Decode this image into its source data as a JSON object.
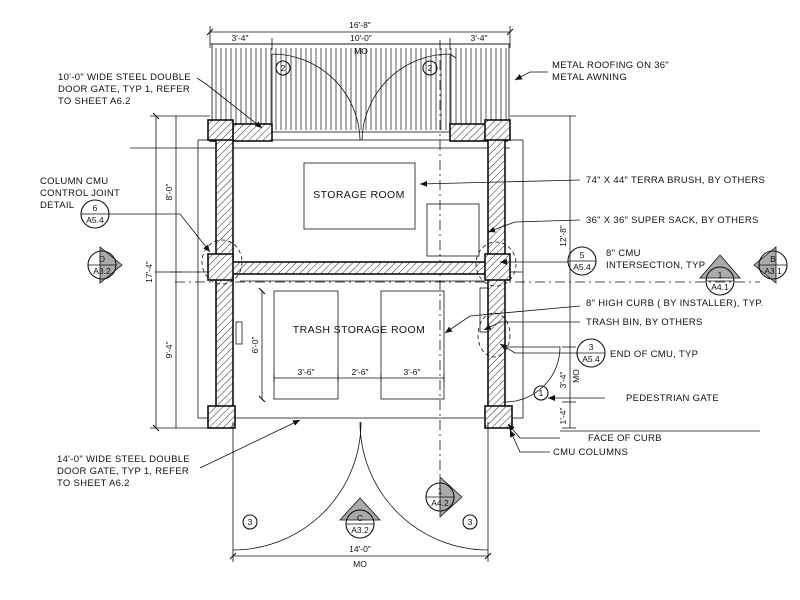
{
  "dimensions": {
    "overall_top": "16'-8\"",
    "top_left": "3'-4\"",
    "top_mid": "10'-0\"",
    "top_right": "3'-4\"",
    "top_mo": "MO",
    "left_overall": "17'-4\"",
    "left_upper": "8'-0\"",
    "left_lower": "9'-4\"",
    "right_overall": "12'-8\"",
    "right_gate": "3'-4\"",
    "right_gate_mo": "MO",
    "right_curb": "1'-4\"",
    "bins_height": "6'-0\"",
    "bin_left": "3'-6\"",
    "bin_gap": "2'-6\"",
    "bin_right": "3'-6\"",
    "bottom_overall": "14'-0\"",
    "bottom_mo": "MO"
  },
  "rooms": {
    "storage": "STORAGE ROOM",
    "trash": "TRASH STORAGE ROOM"
  },
  "notes": {
    "gate_top": [
      "10'-0\" WIDE STEEL DOUBLE",
      "DOOR GATE, TYP 1, REFER",
      "TO SHEET A6.2"
    ],
    "roofing": [
      "METAL ROOFING ON 36\"",
      "METAL AWNING"
    ],
    "control_joint": [
      "COLUMN CMU",
      "CONTROL JOINT",
      "DETAIL"
    ],
    "terra_brush": "74\" X 44\" TERRA BRUSH, BY OTHERS",
    "super_sack": "36\" X 36\" SUPER SACK, BY OTHERS",
    "cmu_intersection": [
      "8\" CMU",
      "INTERSECTION, TYP"
    ],
    "curb": "8\" HIGH CURB ( BY INSTALLER), TYP.",
    "trash_bin": "TRASH BIN, BY OTHERS",
    "end_cmu": "END OF CMU, TYP",
    "pedestrian_gate": "PEDESTRIAN GATE",
    "face_of_curb": "FACE OF CURB",
    "cmu_columns": "CMU COLUMNS",
    "gate_bottom": [
      "14'-0\" WIDE STEEL DOUBLE",
      "DOOR GATE, TYP 1, REFER",
      "TO SHEET A6.2"
    ]
  },
  "callouts": {
    "detail_6": {
      "number": "6",
      "sheet": "A5.4"
    },
    "detail_5": {
      "number": "5",
      "sheet": "A5.4"
    },
    "detail_3": {
      "number": "3",
      "sheet": "A5.4"
    },
    "section_d": {
      "letter": "D",
      "sheet": "A3.2"
    },
    "section_b": {
      "letter": "B",
      "sheet": "A3.1"
    },
    "section_c": {
      "letter": "C",
      "sheet": "A3.2"
    },
    "section_1_right": {
      "number": "1",
      "sheet": "A4.1"
    },
    "section_1_bottom": {
      "number": "1",
      "sheet": "A4.2"
    }
  },
  "tags": {
    "door_top_left": "2",
    "door_top_right": "2",
    "door_ped": "1",
    "door_bot_left": "3",
    "door_bot_right": "3"
  }
}
